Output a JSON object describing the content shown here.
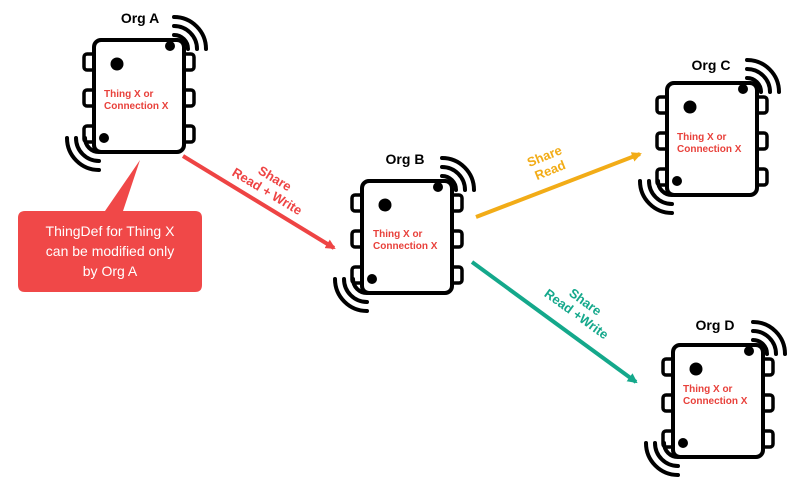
{
  "orgs": {
    "a": {
      "label": "Org A",
      "line1": "Thing X or",
      "line2": "Connection X"
    },
    "b": {
      "label": "Org B",
      "line1": "Thing X or",
      "line2": "Connection X"
    },
    "c": {
      "label": "Org C",
      "line1": "Thing X or",
      "line2": "Connection X"
    },
    "d": {
      "label": "Org D",
      "line1": "Thing X or",
      "line2": "Connection X"
    }
  },
  "arrows": {
    "a_to_b": {
      "line1": "Share",
      "line2": "Read + Write",
      "color": "#ee4444"
    },
    "b_to_c": {
      "line1": "Share",
      "line2": "Read",
      "color": "#f2ac17"
    },
    "b_to_d": {
      "line1": "Share",
      "line2": "Read +Write",
      "color": "#14a88b"
    }
  },
  "callout": {
    "lines": [
      "ThingDef for Thing X",
      "can be modified only",
      "by Org A"
    ],
    "color": "#f04848"
  }
}
